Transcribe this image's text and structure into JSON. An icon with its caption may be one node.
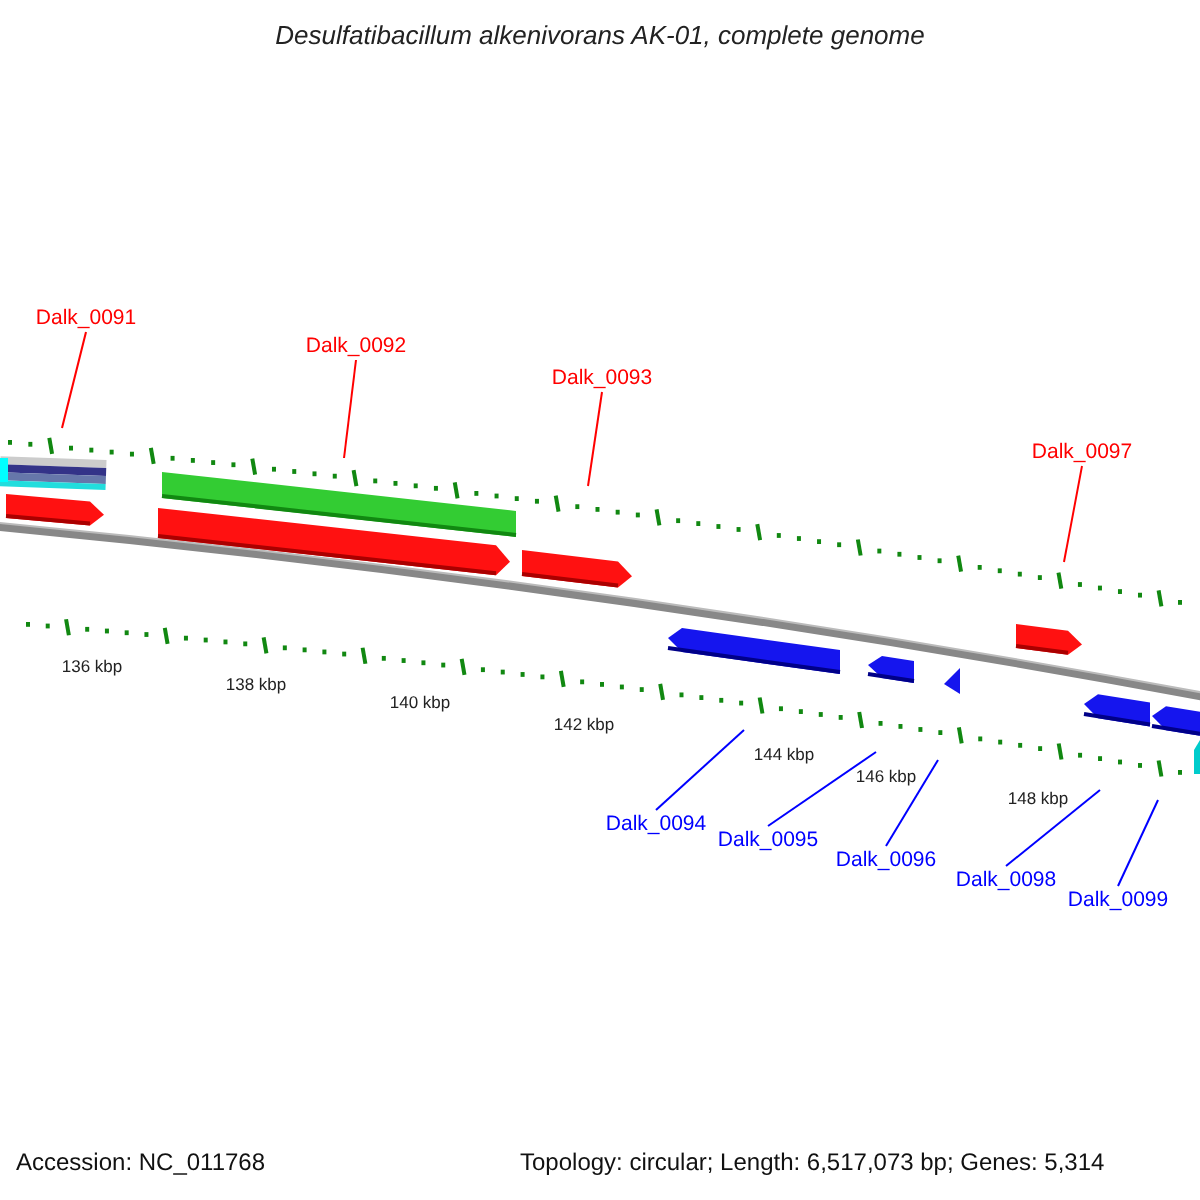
{
  "diagram": {
    "title": "Desulfatibacillum alkenivorans AK-01, complete genome",
    "nodes": [
      {
        "text": [
          "Dalk_0091"
        ]
      },
      {
        "text": [
          "Dalk_0092"
        ]
      },
      {
        "text": [
          "Dalk_0093"
        ]
      },
      {
        "text": [
          "Dalk_0097"
        ]
      },
      {
        "text": [
          "Dalk_0094"
        ]
      },
      {
        "text": [
          "Dalk_0095"
        ]
      },
      {
        "text": [
          "Dalk_0096"
        ]
      },
      {
        "text": [
          "Dalk_0098"
        ]
      },
      {
        "text": [
          "Dalk_0099"
        ]
      }
    ],
    "edges": [
      {
        "from": 0,
        "to": null,
        "arrow": "none",
        "color": "#ff0000"
      },
      {
        "from": 1,
        "to": null,
        "arrow": "none",
        "color": "#ff0000"
      },
      {
        "from": 2,
        "to": null,
        "arrow": "none",
        "color": "#ff0000"
      },
      {
        "from": 3,
        "to": null,
        "arrow": "none",
        "color": "#ff0000"
      },
      {
        "from": 4,
        "to": null,
        "arrow": "none"
      },
      {
        "from": 5,
        "to": null,
        "arrow": "none"
      },
      {
        "from": 6,
        "to": null,
        "arrow": "none"
      },
      {
        "from": 7,
        "to": null,
        "arrow": "none"
      },
      {
        "from": 8,
        "to": null,
        "arrow": "none"
      }
    ],
    "labels": [
      "136 kbp",
      "138 kbp",
      "140 kbp",
      "142 kbp",
      "144 kbp",
      "146 kbp",
      "148 kbp",
      "Accession: NC_011768",
      "Topology: circular; Length: 6,517,073 bp; Genes: 5,314"
    ]
  }
}
